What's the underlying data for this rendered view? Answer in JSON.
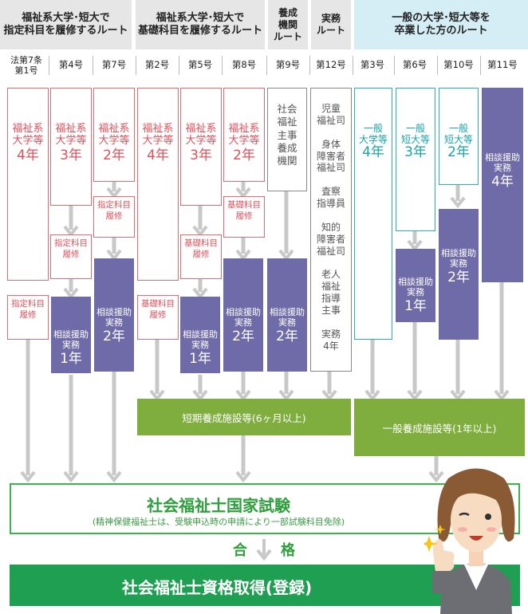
{
  "headers": {
    "route1": "福祉系大学･短大で\n指定科目を履修するルート",
    "route2": "福祉系大学･短大で\n基礎科目を履修するルート",
    "route3": "養成\n機関\nルート",
    "route4": "実務\nルート",
    "route5": "一般の大学･短大等を\n卒業した方のルート"
  },
  "columns": [
    "法第7条\n第1号",
    "第4号",
    "第7号",
    "第2号",
    "第5号",
    "第8号",
    "第9号",
    "第12号",
    "第3号",
    "第6号",
    "第10号",
    "第11号"
  ],
  "boxes": {
    "c1_school": {
      "line": "福祉系\n大学等",
      "years": "4年"
    },
    "c2_school": {
      "line": "福祉系\n大学等",
      "years": "3年"
    },
    "c3_school": {
      "line": "福祉系\n大学等",
      "years": "2年"
    },
    "c4_school": {
      "line": "福祉系\n大学等",
      "years": "4年"
    },
    "c5_school": {
      "line": "福祉系\n大学等",
      "years": "3年"
    },
    "c6_school": {
      "line": "福祉系\n大学等",
      "years": "2年"
    },
    "c1_course": "指定科目\n履修",
    "c2_course": "指定科目\n履修",
    "c3_course": "指定科目\n履修",
    "c4_course": "基礎科目\n履修",
    "c5_course": "基礎科目\n履修",
    "c6_course": "基礎科目\n履修",
    "c7_school": "社会\n福祉\n主事\n養成\n機関",
    "c8_jobs": "児童\n福祉司\n\n身体\n障害者\n福祉司\n\n査察\n指導員\n\n知的\n障害者\n福祉司\n\n老人\n福祉\n指導\n主事\n\n実務\n4年",
    "c9_school": {
      "line": "一般\n大学等",
      "years": "4年"
    },
    "c10_school": {
      "line": "一般\n短大等",
      "years": "3年"
    },
    "c11_school": {
      "line": "一般\n短大等",
      "years": "2年"
    },
    "practice": {
      "label": "相談援助\n実務",
      "y1": "1年",
      "y2": "2年",
      "y4": "4年"
    }
  },
  "facility_short": "短期養成施設等(6ヶ月以上)",
  "facility_general": "一般養成施設等(1年以上)",
  "exam_title": "社会福祉士国家試験",
  "exam_note": "(精神保健福祉士は、受験申込時の申請により一部試験科目免除)",
  "pass_left": "合",
  "pass_right": "格",
  "final": "社会福祉士資格取得(登録)",
  "colors": {
    "red": "#e26b73",
    "purple": "#6f6aa8",
    "green": "#7fae3e",
    "teal": "#2bb0b7",
    "header_bg": "#e6e6e6",
    "header_bg_teal": "#d5eef5"
  }
}
